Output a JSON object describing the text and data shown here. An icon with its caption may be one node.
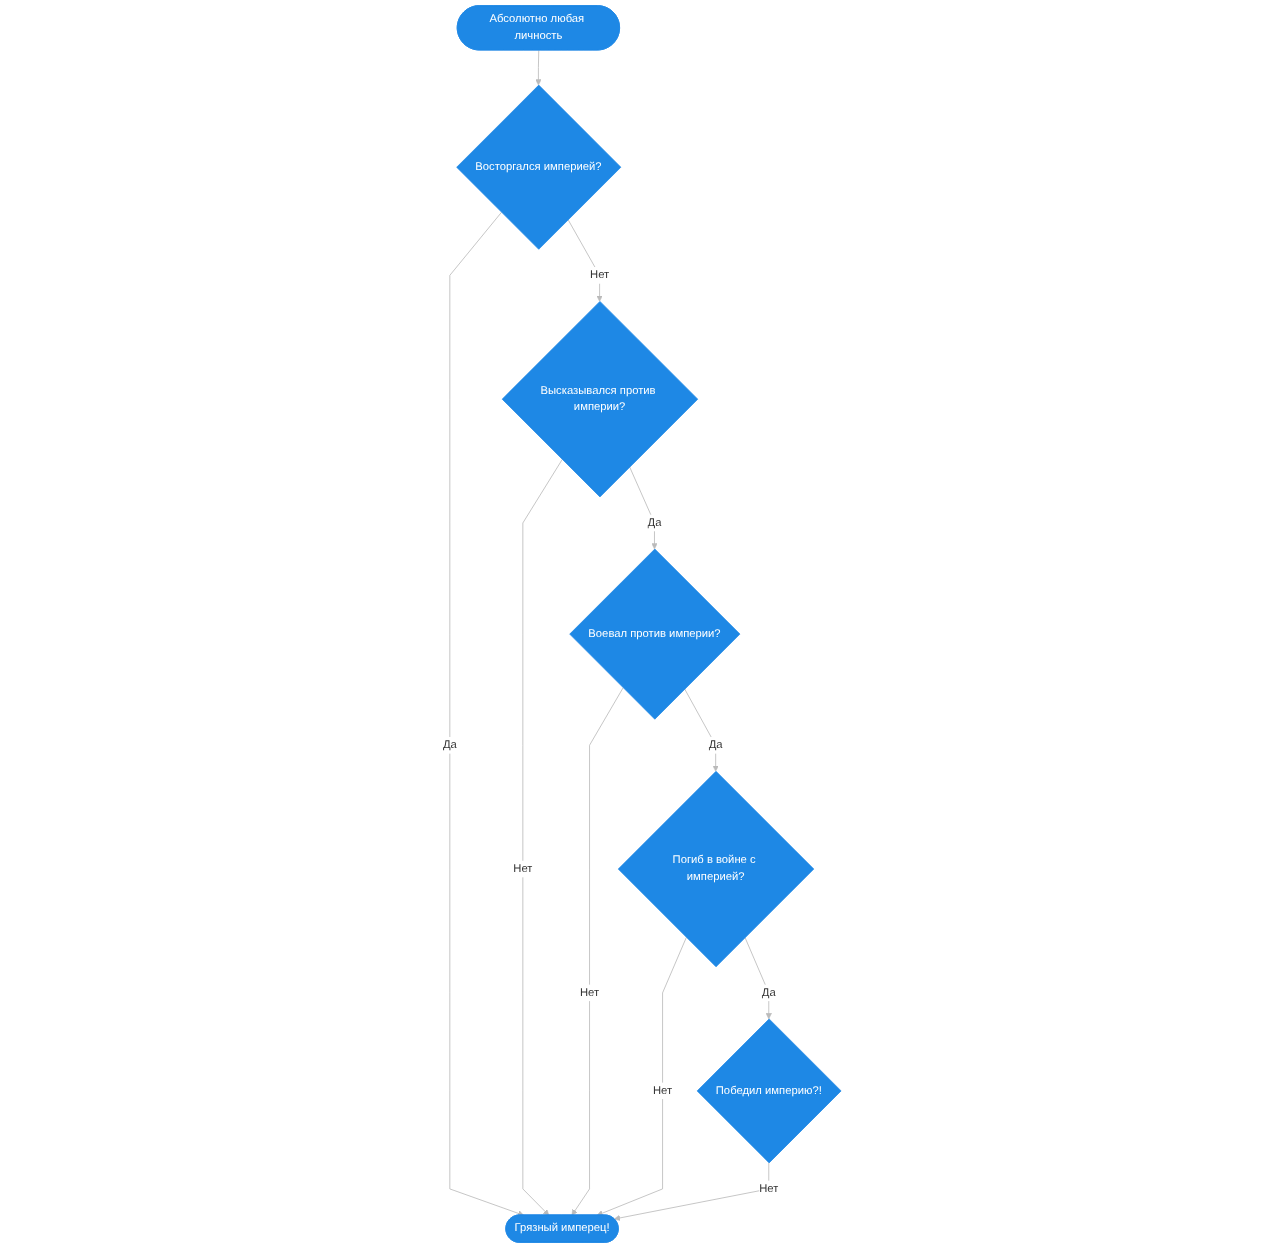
{
  "diagram": {
    "nodes": [
      {
        "text": [
          "Абсолютно любая личность"
        ]
      },
      {
        "text": [
          "Восторгался империей?"
        ]
      },
      {
        "text": [
          "Высказывался против империи?"
        ]
      },
      {
        "text": [
          "Воевал против империи?"
        ]
      },
      {
        "text": [
          "Погиб в войне с империей?"
        ]
      },
      {
        "text": [
          "Победил империю?!"
        ]
      },
      {
        "text": [
          "Грязный имперец!"
        ]
      }
    ],
    "edges": [
      {
        "from": 0,
        "to": 1,
        "arrow": "to"
      },
      {
        "from": 1,
        "to": 2,
        "arrow": "to",
        "label": "Нет"
      },
      {
        "from": 1,
        "to": 6,
        "arrow": "to",
        "label": "Да"
      },
      {
        "from": 2,
        "to": 3,
        "arrow": "to",
        "label": "Да"
      },
      {
        "from": 2,
        "to": 6,
        "arrow": "to",
        "label": "Нет"
      },
      {
        "from": 3,
        "to": 4,
        "arrow": "to",
        "label": "Да"
      },
      {
        "from": 3,
        "to": 6,
        "arrow": "to",
        "label": "Нет"
      },
      {
        "from": 4,
        "to": 5,
        "arrow": "to",
        "label": "Да"
      },
      {
        "from": 4,
        "to": 6,
        "arrow": "to",
        "label": "Нет"
      },
      {
        "from": 5,
        "to": 6,
        "arrow": "to",
        "label": "Нет"
      }
    ]
  }
}
